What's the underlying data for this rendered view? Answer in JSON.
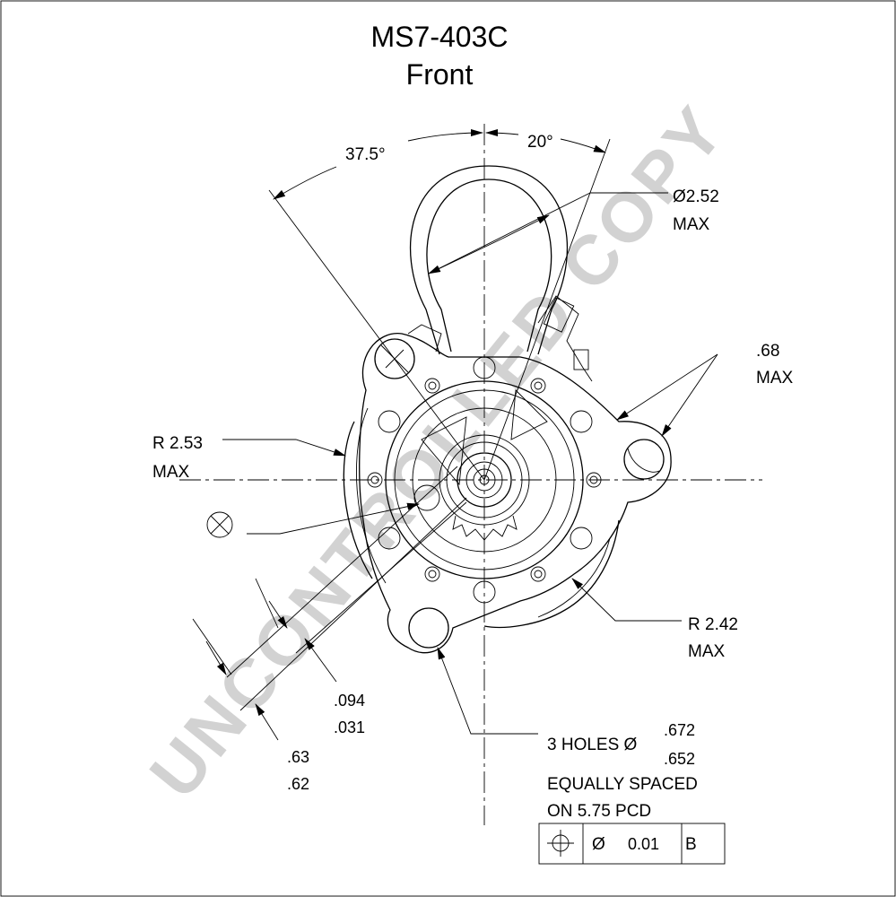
{
  "title": {
    "model": "MS7-403C",
    "view": "Front"
  },
  "watermark": "UNCONTROLLED COPY",
  "angles": {
    "left": "37.5°",
    "right": "20°"
  },
  "callouts": {
    "diameter": [
      "Ø2.52",
      "MAX"
    ],
    "flange_radius": [
      "R 2.53",
      "MAX"
    ],
    "height": [
      ".68",
      "MAX"
    ],
    "body_radius": [
      "R 2.42",
      "MAX"
    ],
    "tol_a": [
      ".094",
      ".031"
    ],
    "tol_b": [
      ".63",
      ".62"
    ],
    "holes": {
      "label": "3 HOLES Ø",
      "upper": ".672",
      "lower": ".652",
      "note1": "EQUALLY SPACED",
      "note2": "ON 5.75 PCD"
    }
  },
  "feature_control_frame": {
    "symbol_icon": "position-icon",
    "diameter_symbol": "Ø",
    "tolerance": "0.01",
    "datum": "B"
  }
}
